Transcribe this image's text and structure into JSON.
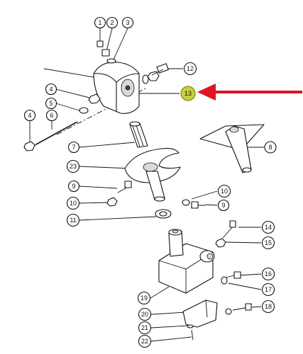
{
  "callouts": [
    {
      "id": "c1",
      "label": "1"
    },
    {
      "id": "c2",
      "label": "2"
    },
    {
      "id": "c3",
      "label": "3"
    },
    {
      "id": "c4a",
      "label": "4"
    },
    {
      "id": "c5",
      "label": "5"
    },
    {
      "id": "c4b",
      "label": "4"
    },
    {
      "id": "c6",
      "label": "6"
    },
    {
      "id": "c12",
      "label": "12"
    },
    {
      "id": "c13",
      "label": "13"
    },
    {
      "id": "c7",
      "label": "7"
    },
    {
      "id": "c8",
      "label": "8"
    },
    {
      "id": "c23",
      "label": "23"
    },
    {
      "id": "c9a",
      "label": "9"
    },
    {
      "id": "c10a",
      "label": "10"
    },
    {
      "id": "c10b",
      "label": "10"
    },
    {
      "id": "c9b",
      "label": "9"
    },
    {
      "id": "c11",
      "label": "11"
    },
    {
      "id": "c14",
      "label": "14"
    },
    {
      "id": "c15",
      "label": "15"
    },
    {
      "id": "c16",
      "label": "16"
    },
    {
      "id": "c17",
      "label": "17"
    },
    {
      "id": "c19",
      "label": "19"
    },
    {
      "id": "c18",
      "label": "18"
    },
    {
      "id": "c20",
      "label": "20"
    },
    {
      "id": "c21",
      "label": "21"
    },
    {
      "id": "c22",
      "label": "22"
    }
  ],
  "colors": {
    "highlight_fill": "#c8cf3a",
    "highlight_stroke": "#7d8a10",
    "arrow": "#e0141e",
    "line": "#111111"
  },
  "icons": {
    "pointer": "red-arrow-icon"
  }
}
